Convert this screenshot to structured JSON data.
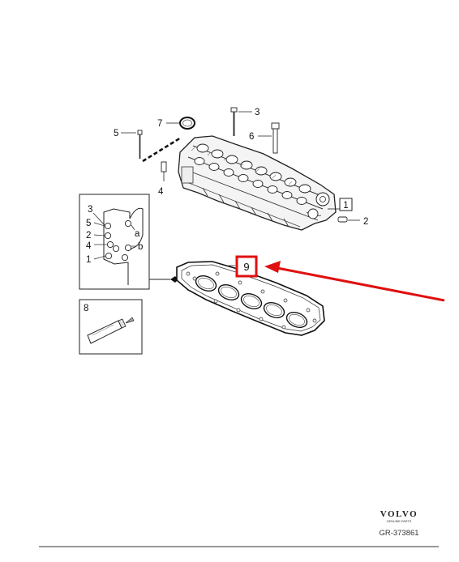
{
  "diagram": {
    "part_labels": {
      "p1": "1",
      "p2": "2",
      "p3": "3",
      "p4": "4",
      "p5": "5",
      "p6": "6",
      "p7": "7",
      "p8": "8",
      "p9": "9"
    },
    "sequence_inset": {
      "labels": [
        "3",
        "5",
        "2",
        "4",
        "1"
      ],
      "side_labels": [
        "a",
        "b"
      ]
    },
    "highlight": {
      "label": "9",
      "color": "#e01010"
    }
  },
  "footer": {
    "brand": "VOLVO",
    "brand_sub": "GENUINE PARTS",
    "code": "GR-373861"
  }
}
